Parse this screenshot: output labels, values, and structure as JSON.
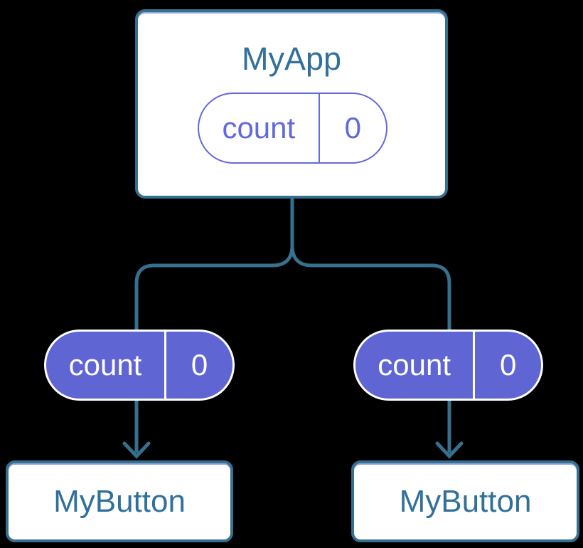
{
  "diagram": {
    "description": "React component tree: parent state passed down as props to children",
    "background_color": "#000000",
    "line_color": "#35708E",
    "node_text_color": "#31709A",
    "pill_fill_color": "#6065D4",
    "pill_outline_color": "#6268DD",
    "root": {
      "label": "MyApp",
      "state_pill": {
        "key": "count",
        "value": "0"
      }
    },
    "children": [
      {
        "label": "MyButton",
        "prop_pill": {
          "key": "count",
          "value": "0"
        }
      },
      {
        "label": "MyButton",
        "prop_pill": {
          "key": "count",
          "value": "0"
        }
      }
    ]
  }
}
